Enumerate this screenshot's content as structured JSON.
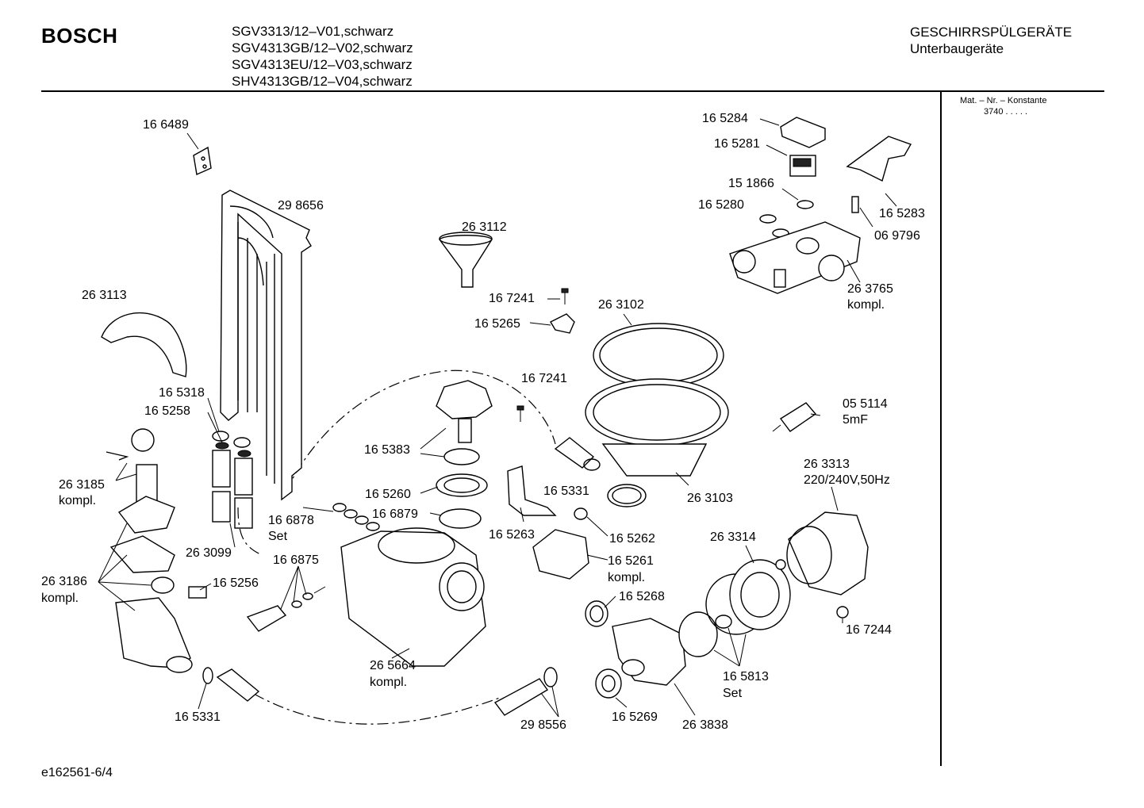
{
  "header": {
    "brand": "BOSCH",
    "models": [
      "SGV3313/12–V01,schwarz",
      "SGV4313GB/12–V02,schwarz",
      "SGV4313EU/12–V03,schwarz",
      "SHV4313GB/12–V04,schwarz"
    ],
    "category": "GESCHIRRSPÜLGERÄTE",
    "subcategory": "Unterbaugeräte"
  },
  "sidebar": {
    "mat_label": "Mat. – Nr. – Konstante",
    "mat_value": "3740  .  .  .  .  ."
  },
  "footer": {
    "code": "e162561-6/4"
  },
  "parts": [
    {
      "id": "p166489",
      "text": [
        "16 6489"
      ]
    },
    {
      "id": "p298656",
      "text": [
        "29 8656"
      ]
    },
    {
      "id": "p263112",
      "text": [
        "26 3112"
      ]
    },
    {
      "id": "p263113",
      "text": [
        "26 3113"
      ]
    },
    {
      "id": "p167241a",
      "text": [
        "16 7241"
      ]
    },
    {
      "id": "p165265",
      "text": [
        "16 5265"
      ]
    },
    {
      "id": "p263102",
      "text": [
        "26 3102"
      ]
    },
    {
      "id": "p165284",
      "text": [
        "16 5284"
      ]
    },
    {
      "id": "p165281",
      "text": [
        "16 5281"
      ]
    },
    {
      "id": "p151866",
      "text": [
        "15 1866"
      ]
    },
    {
      "id": "p165280",
      "text": [
        "16 5280"
      ]
    },
    {
      "id": "p165283",
      "text": [
        "16 5283"
      ]
    },
    {
      "id": "p069796",
      "text": [
        "06 9796"
      ]
    },
    {
      "id": "p263765",
      "text": [
        "26 3765",
        "kompl."
      ]
    },
    {
      "id": "p167241b",
      "text": [
        "16 7241"
      ]
    },
    {
      "id": "p165318",
      "text": [
        "16 5318"
      ]
    },
    {
      "id": "p165258",
      "text": [
        "16 5258"
      ]
    },
    {
      "id": "p055114",
      "text": [
        "05 5114",
        "5mF"
      ]
    },
    {
      "id": "p165383",
      "text": [
        "16 5383"
      ]
    },
    {
      "id": "p263185",
      "text": [
        "26 3185",
        "kompl."
      ]
    },
    {
      "id": "p165331a",
      "text": [
        "16 5331"
      ]
    },
    {
      "id": "p263103",
      "text": [
        "26 3103"
      ]
    },
    {
      "id": "p263313",
      "text": [
        "26 3313",
        "220/240V,50Hz"
      ]
    },
    {
      "id": "p165260",
      "text": [
        "16 5260"
      ]
    },
    {
      "id": "p166879",
      "text": [
        "16 6879"
      ]
    },
    {
      "id": "p166878",
      "text": [
        "16 6878",
        "Set"
      ]
    },
    {
      "id": "p165263",
      "text": [
        "16 5263"
      ]
    },
    {
      "id": "p165262",
      "text": [
        "16 5262"
      ]
    },
    {
      "id": "p263314",
      "text": [
        "26 3314"
      ]
    },
    {
      "id": "p263099",
      "text": [
        "26 3099"
      ]
    },
    {
      "id": "p166875",
      "text": [
        "16 6875"
      ]
    },
    {
      "id": "p165261",
      "text": [
        "16 5261",
        "kompl."
      ]
    },
    {
      "id": "p263186",
      "text": [
        "26 3186",
        "kompl."
      ]
    },
    {
      "id": "p165256",
      "text": [
        "16 5256"
      ]
    },
    {
      "id": "p165268",
      "text": [
        "16 5268"
      ]
    },
    {
      "id": "p167244",
      "text": [
        "16 7244"
      ]
    },
    {
      "id": "p265664",
      "text": [
        "26 5664",
        "kompl."
      ]
    },
    {
      "id": "p165813",
      "text": [
        "16 5813",
        "Set"
      ]
    },
    {
      "id": "p165331b",
      "text": [
        "16 5331"
      ]
    },
    {
      "id": "p298556",
      "text": [
        "29 8556"
      ]
    },
    {
      "id": "p165269",
      "text": [
        "16 5269"
      ]
    },
    {
      "id": "p263838",
      "text": [
        "26 3838"
      ]
    }
  ]
}
